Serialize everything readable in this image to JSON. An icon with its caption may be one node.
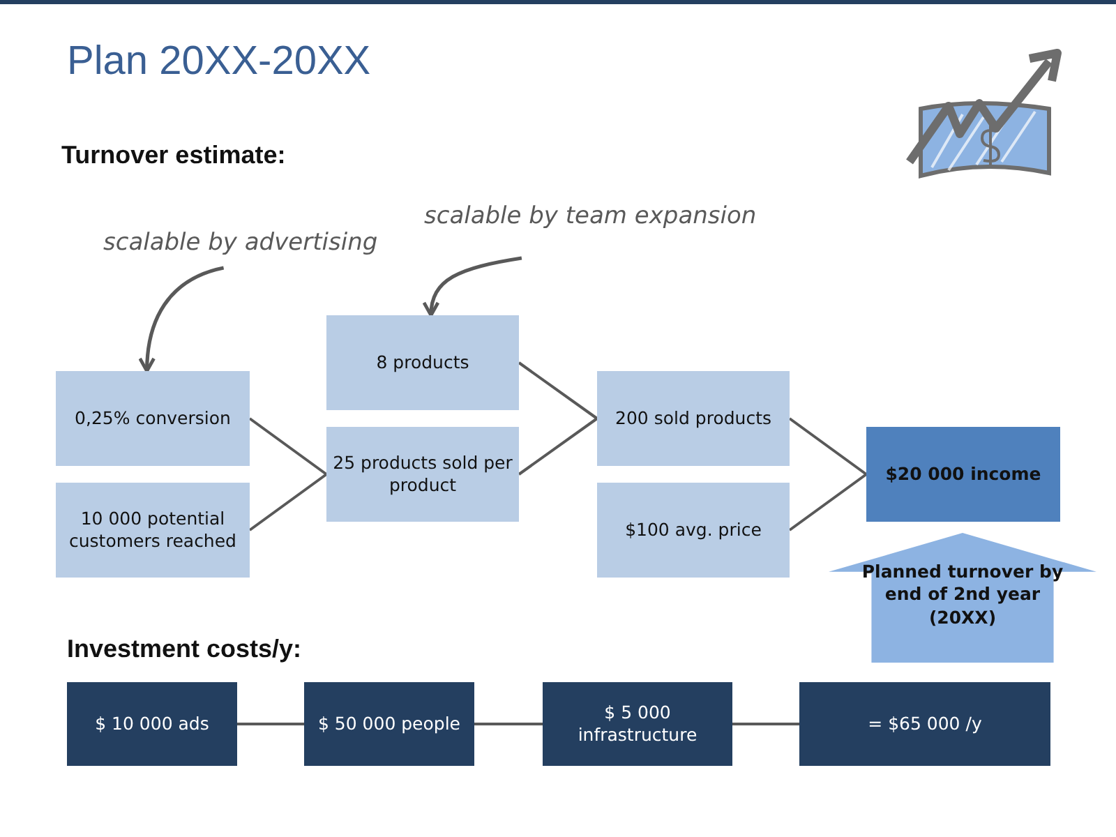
{
  "diagram": {
    "title": "Plan 20XX-20XX",
    "nodes": [
      {
        "text": [
          "scalable by advertising"
        ]
      },
      {
        "text": [
          "scalable by team expansion"
        ]
      },
      {
        "text": [
          "0,25% conversion"
        ]
      },
      {
        "text": [
          "10 000 potential customers reached"
        ]
      },
      {
        "text": [
          "8 products"
        ]
      },
      {
        "text": [
          "25 products sold per product"
        ]
      },
      {
        "text": [
          "200 sold products"
        ]
      },
      {
        "text": [
          "$100 avg. price"
        ]
      },
      {
        "text": [
          "$20 000 income"
        ]
      },
      {
        "text": [
          "Planned turnover by end of 2nd year (20XX)"
        ]
      },
      {
        "text": [
          "$ 10 000 ads"
        ]
      },
      {
        "text": [
          "$ 50 000 people"
        ]
      },
      {
        "text": [
          "$ 5 000 infrastructure"
        ]
      },
      {
        "text": [
          "= $65 000 /y"
        ]
      }
    ],
    "edges": [
      {
        "from": 0,
        "to": 2,
        "arrow": "to"
      },
      {
        "from": 1,
        "to": 4,
        "arrow": "to"
      },
      {
        "from": 2,
        "to": 5,
        "arrow": "none"
      },
      {
        "from": 3,
        "to": 5,
        "arrow": "none"
      },
      {
        "from": 4,
        "to": 6,
        "arrow": "none"
      },
      {
        "from": 5,
        "to": 6,
        "arrow": "none"
      },
      {
        "from": 6,
        "to": 8,
        "arrow": "none"
      },
      {
        "from": 7,
        "to": 8,
        "arrow": "none"
      },
      {
        "from": 10,
        "to": 11,
        "arrow": "none"
      },
      {
        "from": 11,
        "to": 12,
        "arrow": "none"
      },
      {
        "from": 12,
        "to": 13,
        "arrow": "none"
      }
    ],
    "labels": [
      "Turnover estimate:",
      "Investment costs/y:"
    ]
  }
}
